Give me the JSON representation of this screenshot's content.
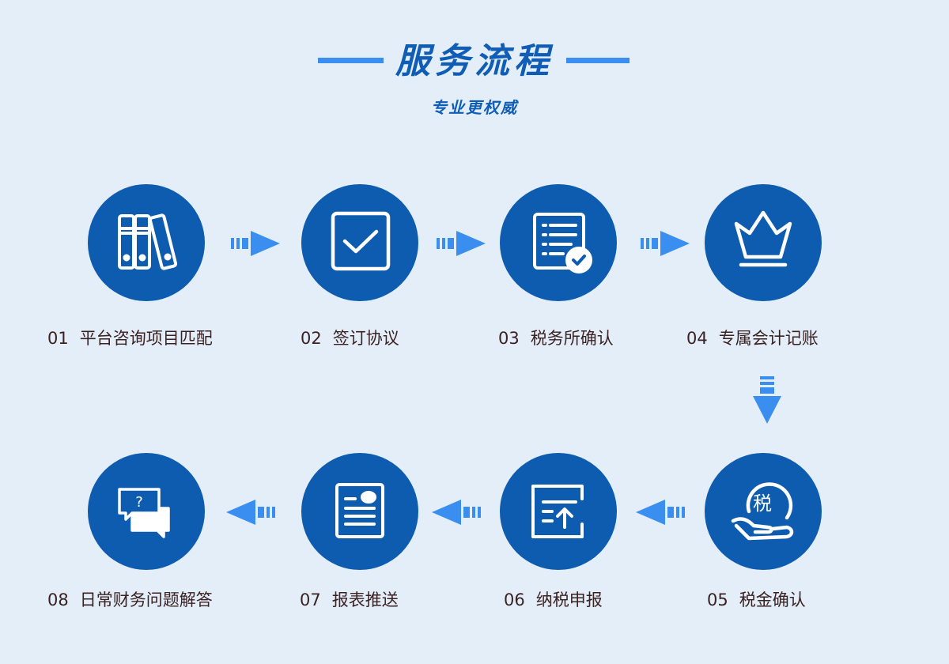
{
  "header": {
    "title": "服务流程",
    "subtitle": "专业更权威"
  },
  "steps": [
    {
      "num": "01",
      "label": "平台咨询项目匹配",
      "icon": "binders-icon"
    },
    {
      "num": "02",
      "label": "签订协议",
      "icon": "checkbox-icon"
    },
    {
      "num": "03",
      "label": "税务所确认",
      "icon": "checklist-document-icon"
    },
    {
      "num": "04",
      "label": "专属会计记账",
      "icon": "crown-icon"
    },
    {
      "num": "05",
      "label": "税金确认",
      "icon": "hand-tax-icon",
      "icon_text": "税"
    },
    {
      "num": "06",
      "label": "纳税申报",
      "icon": "upload-document-icon"
    },
    {
      "num": "07",
      "label": "报表推送",
      "icon": "report-card-icon"
    },
    {
      "num": "08",
      "label": "日常财务问题解答",
      "icon": "question-chat-icon",
      "icon_text": "?"
    }
  ],
  "colors": {
    "background": "#e4eef9",
    "circle": "#0e5cb0",
    "accent": "#3a8ef0",
    "label_text": "#3a2222"
  }
}
